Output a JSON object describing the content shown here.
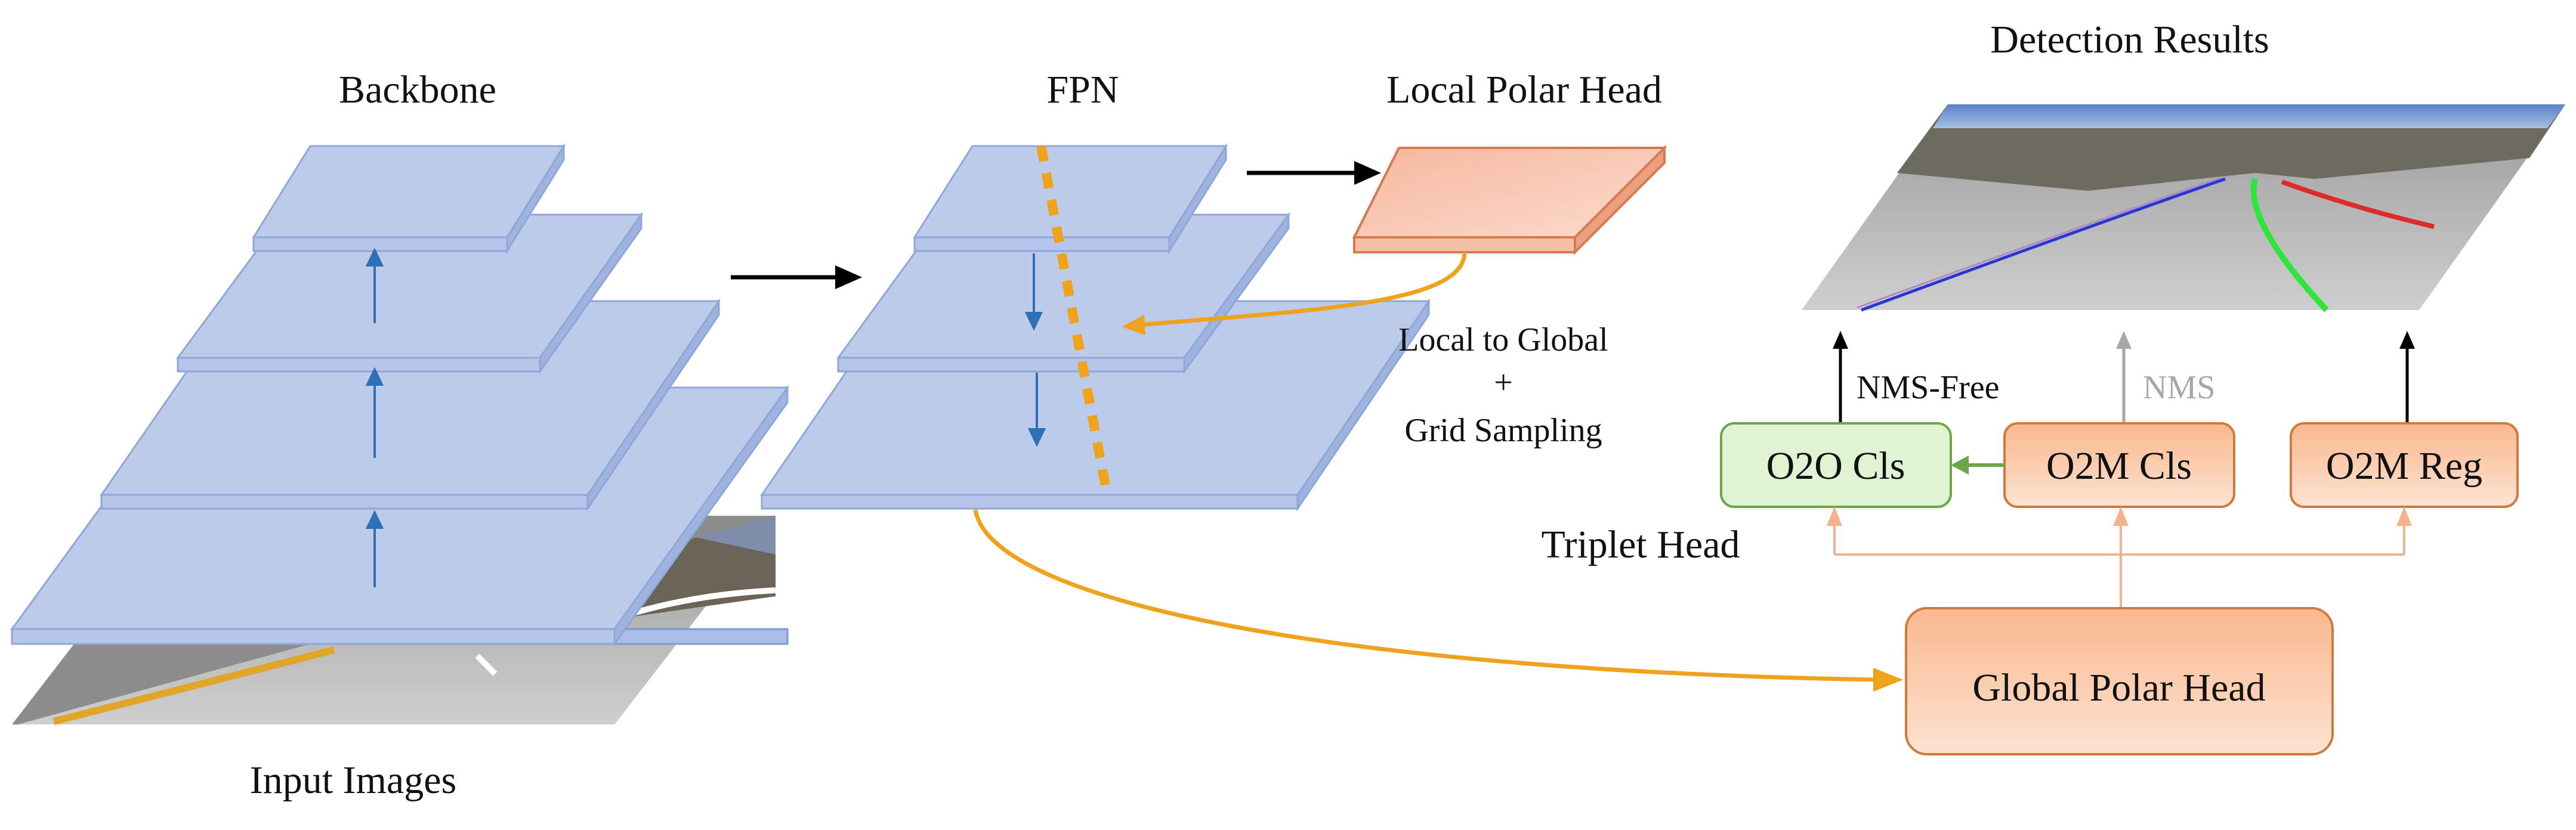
{
  "labels": {
    "backbone": "Backbone",
    "fpn": "FPN",
    "local_polar_head": "Local Polar Head",
    "detection_results": "Detection Results",
    "input_images": "Input Images",
    "local_to_global": "Local to Global",
    "plus": "+",
    "grid_sampling": "Grid Sampling",
    "nms_free": "NMS-Free",
    "nms": "NMS",
    "triplet_head": "Triplet Head",
    "global_polar_head": "Global Polar Head"
  },
  "boxes": {
    "o2o_cls": "O2O Cls",
    "o2m_cls": "O2M Cls",
    "o2m_reg": "O2M Reg"
  },
  "colors": {
    "layer_fill": "#bccbea",
    "layer_edge": "#8fa7d8",
    "blue_arrow": "#2e6fb5",
    "orange_curve": "#efa21c",
    "head_fill": "#f8c9b3",
    "head_edge": "#d77a4d",
    "green_box_fill": "#dff4d3",
    "green_box_edge": "#6fa54a",
    "orange_box_fill": "#fbd3b7",
    "orange_box_edge": "#cf7a3e",
    "lane_blue": "#2a35d6",
    "lane_green": "#2ee53c",
    "lane_red": "#e02a2a"
  }
}
